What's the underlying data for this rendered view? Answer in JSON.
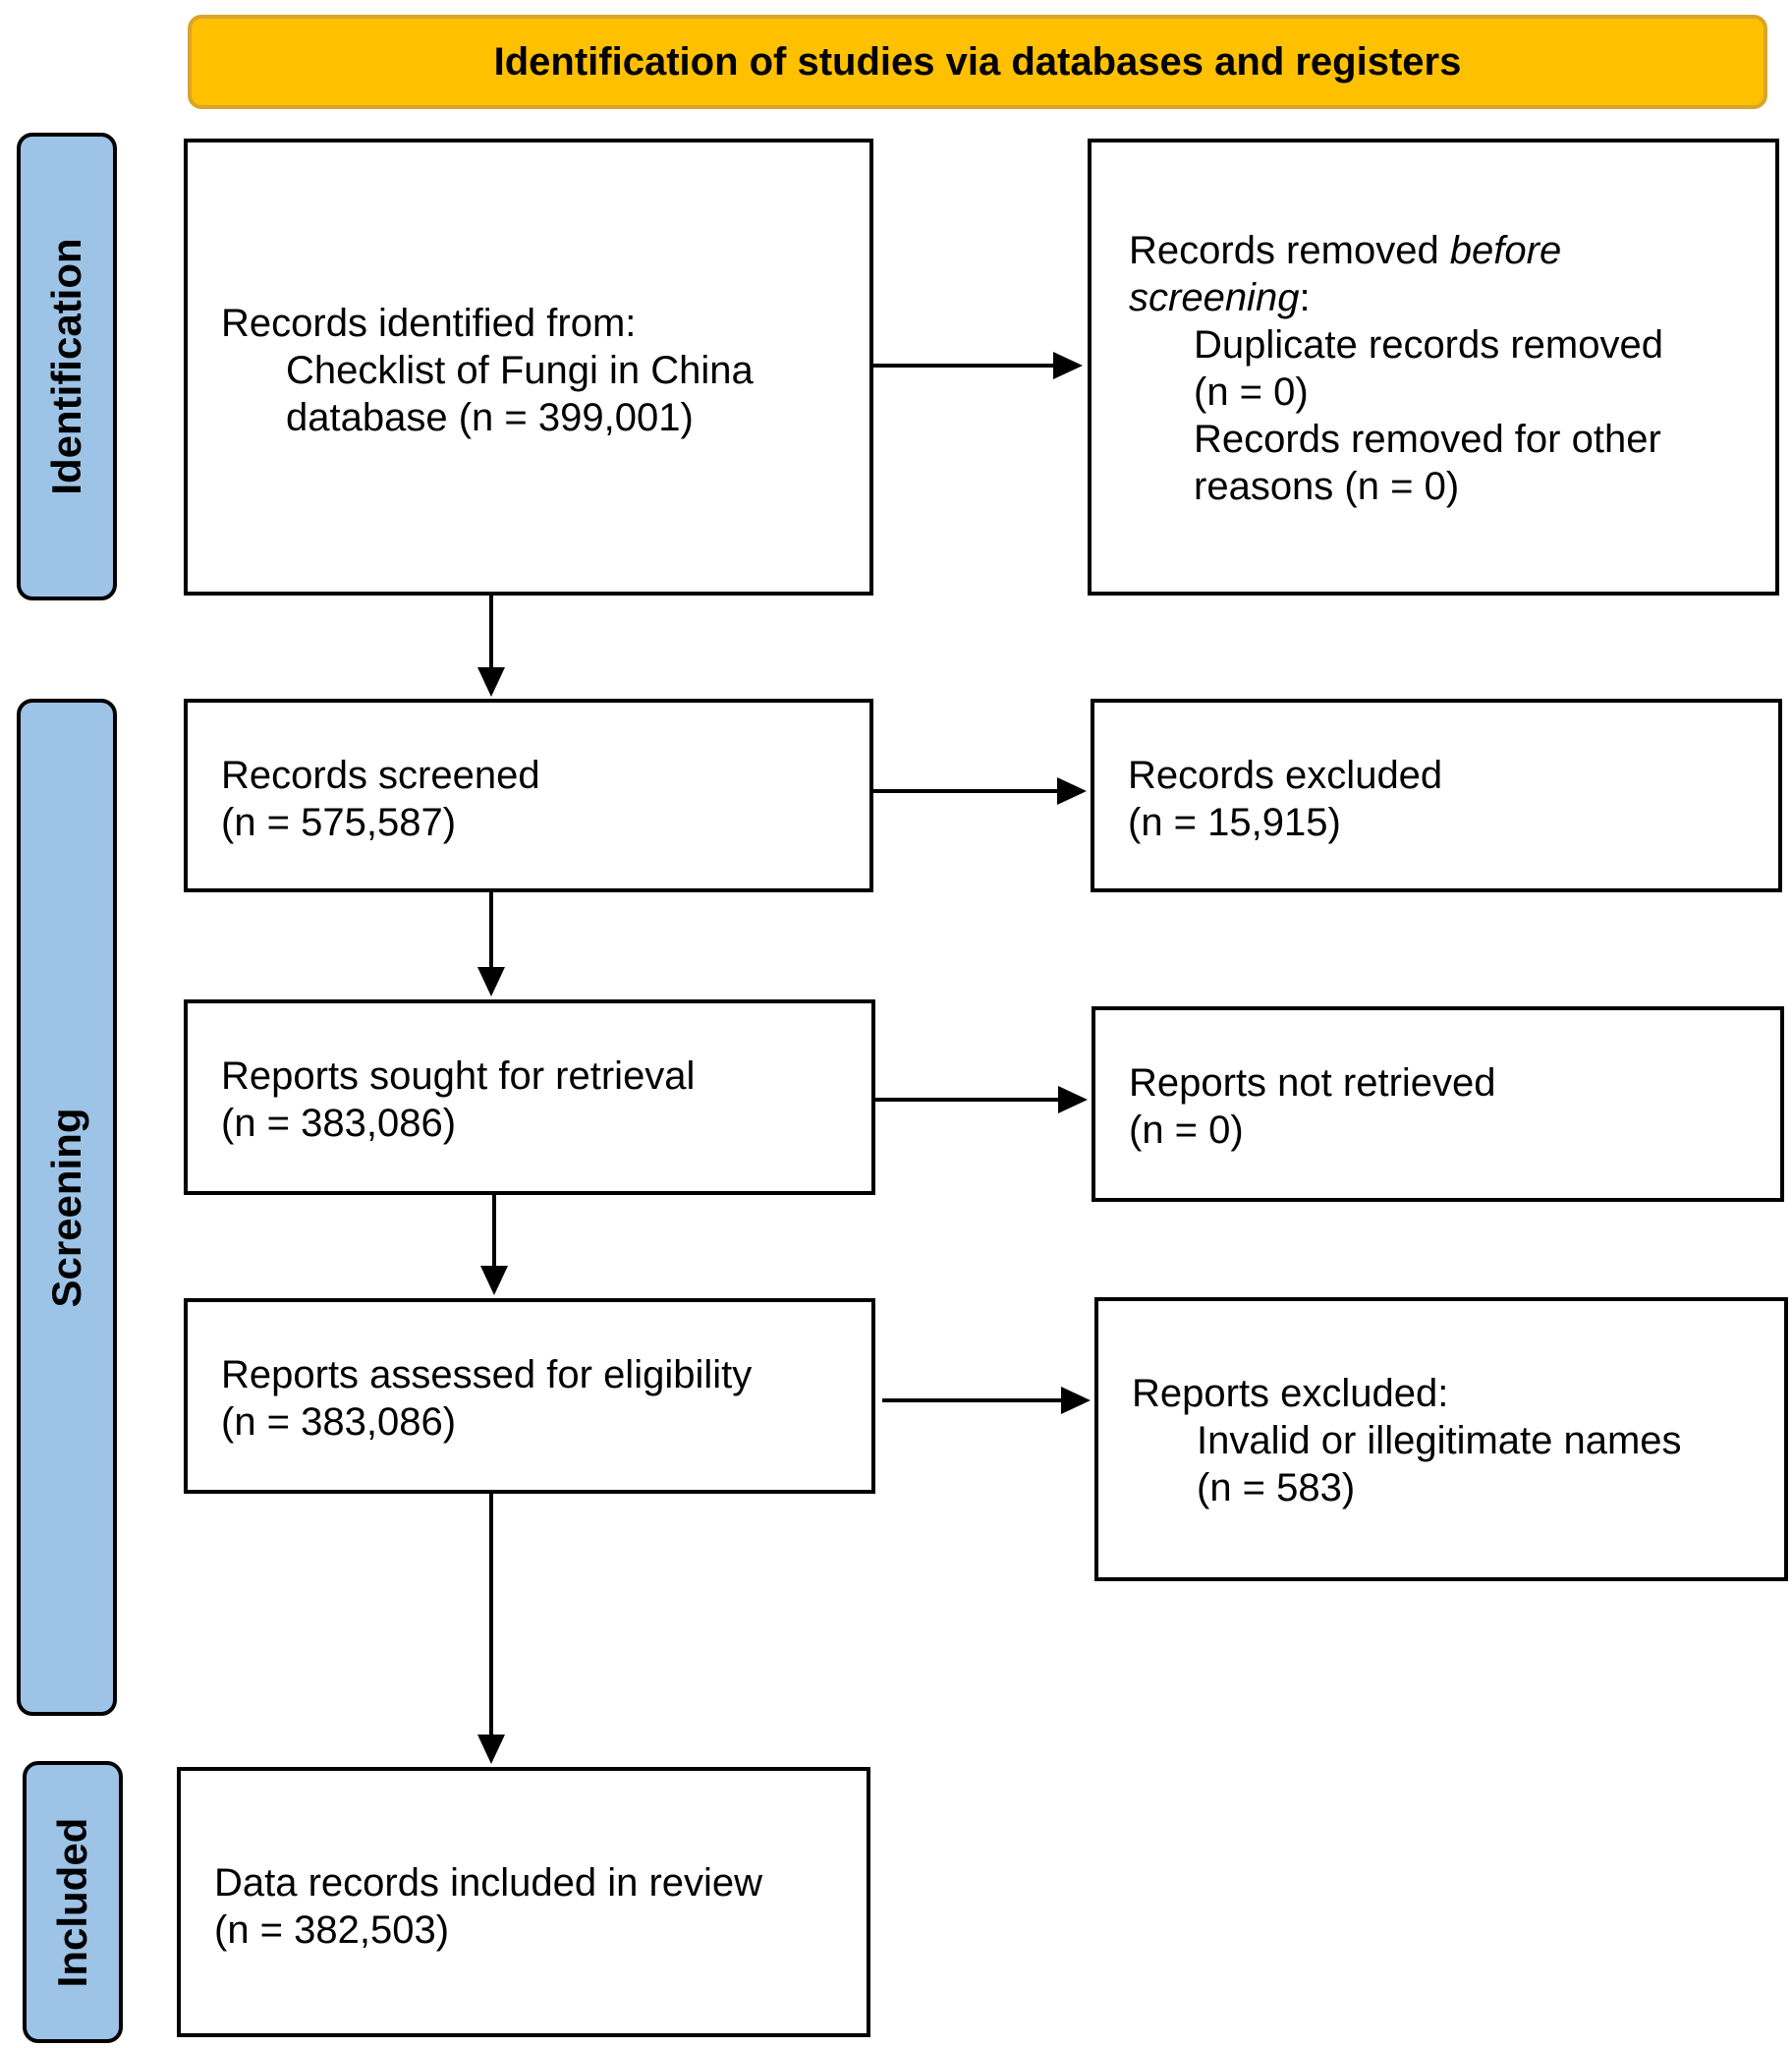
{
  "header": {
    "title": "Identification of studies via databases and registers"
  },
  "phases": {
    "identification": "Identification",
    "screening": "Screening",
    "included": "Included"
  },
  "boxes": {
    "identified": {
      "line1": "Records identified from:",
      "line2": "Checklist of Fungi in China",
      "line3": "database (n = 399,001)"
    },
    "removed": {
      "line1_plain": "Records removed ",
      "line1_italic": "before",
      "line2_italic": "screening",
      "line2_plain": ":",
      "line3": "Duplicate records removed",
      "line4": "(n = 0)",
      "line5": "Records removed for other",
      "line6": "reasons (n = 0)"
    },
    "screened": {
      "line1": "Records screened",
      "line2": "(n = 575,587)"
    },
    "excluded": {
      "line1": "Records excluded",
      "line2": "(n = 15,915)"
    },
    "sought": {
      "line1": "Reports sought for retrieval",
      "line2": "(n = 383,086)"
    },
    "not_retrieved": {
      "line1": "Reports not retrieved",
      "line2": "(n = 0)"
    },
    "assessed": {
      "line1": "Reports assessed for eligibility",
      "line2": "(n = 383,086)"
    },
    "reports_excluded": {
      "line1": "Reports excluded:",
      "line2": "Invalid or illegitimate names",
      "line3": "(n = 583)"
    },
    "included": {
      "line1": "Data records included in review",
      "line2": "(n = 382,503)"
    }
  }
}
